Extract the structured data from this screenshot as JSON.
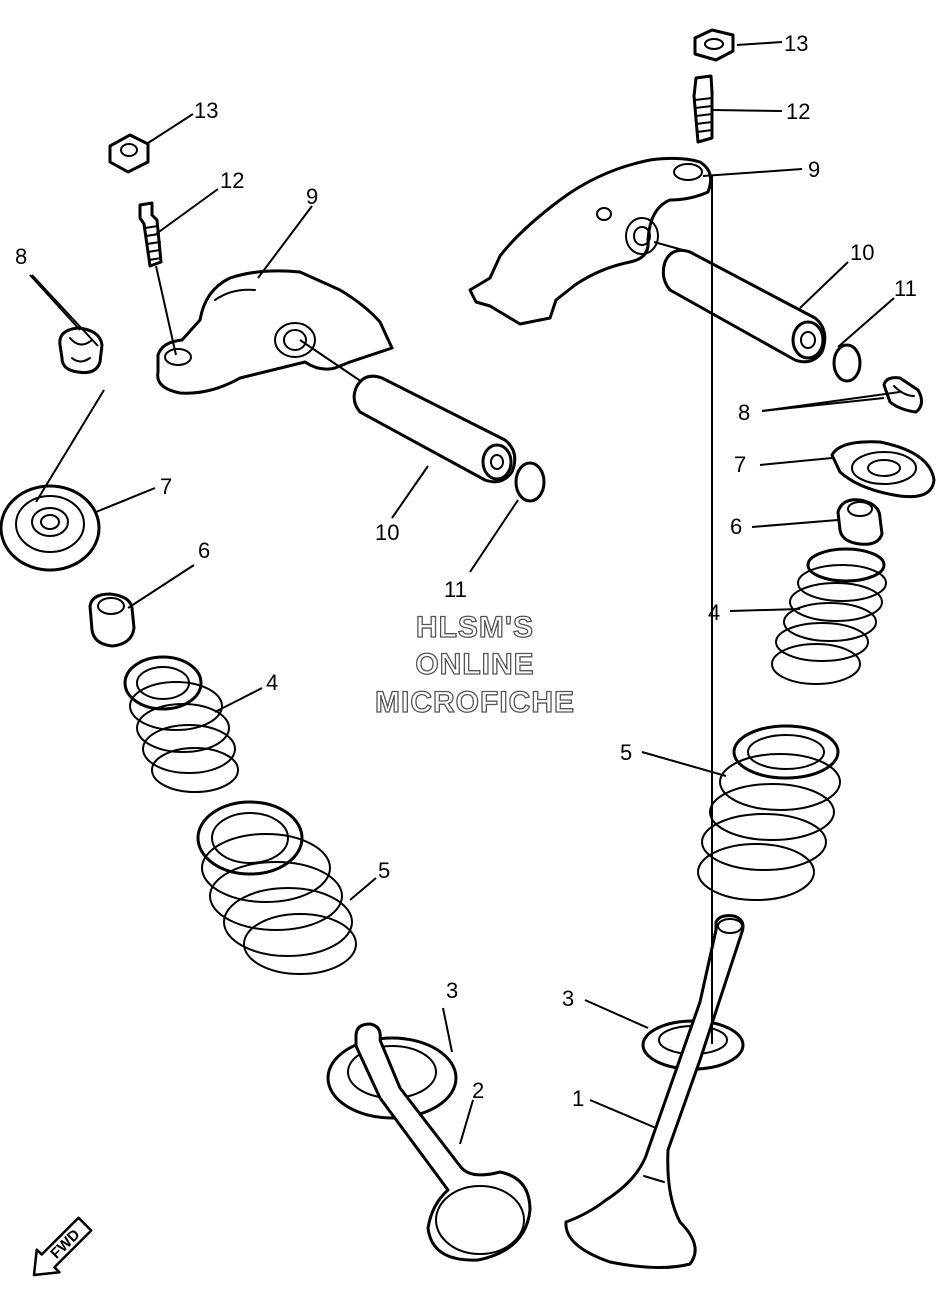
{
  "callouts": {
    "c1": "1",
    "c2": "2",
    "c3a": "3",
    "c3b": "3",
    "c4a": "4",
    "c4b": "4",
    "c5a": "5",
    "c5b": "5",
    "c6a": "6",
    "c6b": "6",
    "c7a": "7",
    "c7b": "7",
    "c8a": "8",
    "c8b": "8",
    "c9a": "9",
    "c9b": "9",
    "c10a": "10",
    "c10b": "10",
    "c11a": "11",
    "c11b": "11",
    "c12a": "12",
    "c12b": "12",
    "c13a": "13",
    "c13b": "13"
  },
  "watermark": {
    "line1": "HLSM'S",
    "line2": "ONLINE",
    "line3": "MICROFICHE"
  },
  "direction_label": "FWD"
}
